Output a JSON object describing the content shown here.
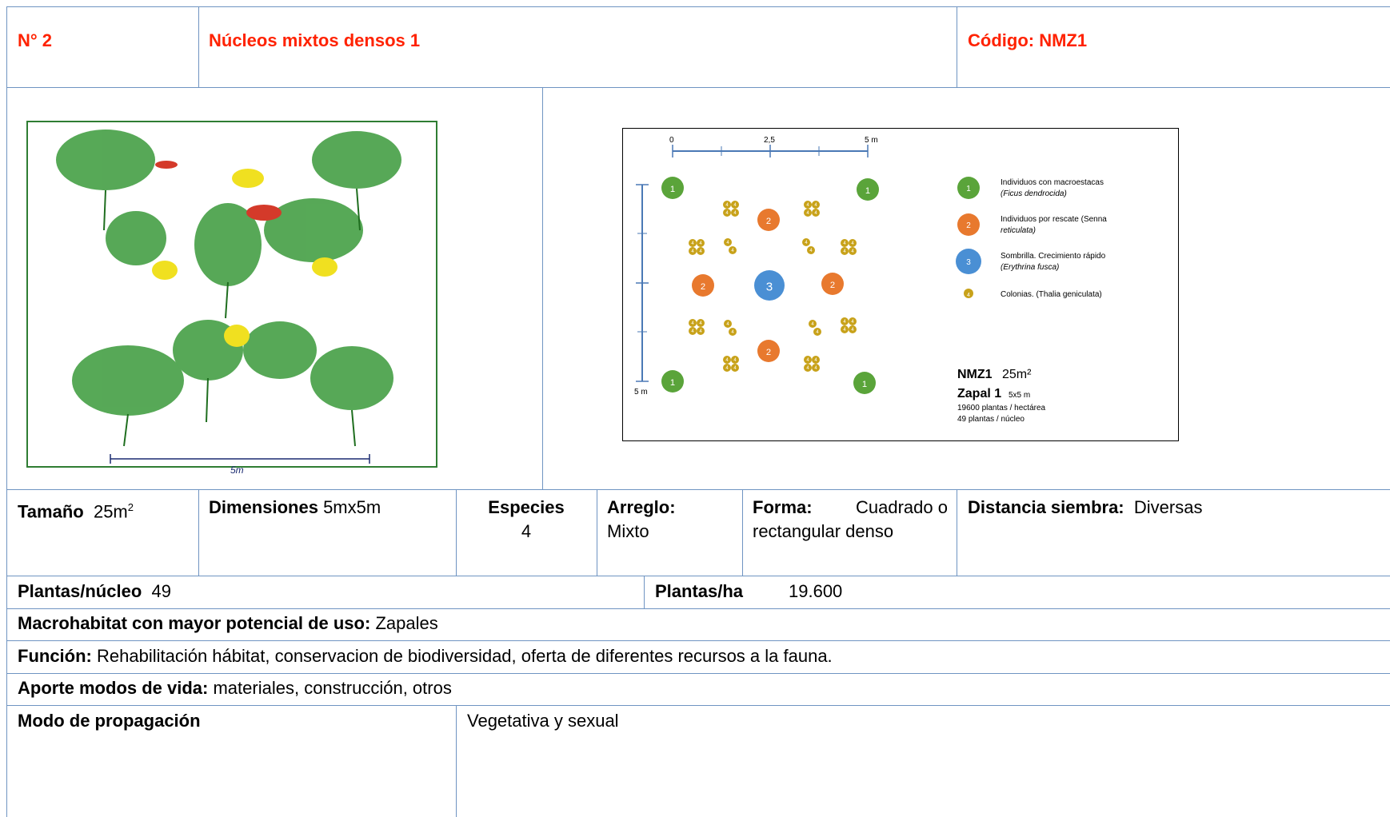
{
  "header": {
    "number": "N° 2",
    "title": "Núcleos mixtos densos 1",
    "code": "Código: NMZ1"
  },
  "sketch": {
    "scale_label": "5m",
    "description_icon": "hand-drawn-vegetation-sketch"
  },
  "diagram": {
    "scale_top": [
      "0",
      "2,5",
      "5 m"
    ],
    "scale_left": "5 m",
    "legend": [
      {
        "marker": "1",
        "color": "#5aa43a",
        "line1": "Individuos con macroestacas",
        "line2": "(Ficus dendrocida)"
      },
      {
        "marker": "2",
        "color": "#e8792e",
        "line1": "Individuos por rescate (Senna",
        "line2": "reticulata)"
      },
      {
        "marker": "3",
        "color": "#4a8fd4",
        "line1": "Sombrilla. Crecimiento rápido",
        "line2": "(Erythrina fusca)"
      },
      {
        "marker": "4",
        "color": "#c8a21a",
        "line1": "Colonias. (Thalia geniculata)",
        "line2": ""
      }
    ],
    "code_label": "NMZ1",
    "area_label": "25m²",
    "site_label": "Zapal 1",
    "site_dims": "5x5 m",
    "density_line": "19600 plantas / hectárea",
    "plants_line": "49 plantas / núcleo"
  },
  "specs": {
    "size_label": "Tamaño",
    "size_value": "25m",
    "size_sup": "2",
    "dim_label": "Dimensiones",
    "dim_value": "5mx5m",
    "species_label": "Especies",
    "species_value": "4",
    "arrangement_label": "Arreglo:",
    "arrangement_value": "Mixto",
    "shape_label": "Forma:",
    "shape_value_1": "Cuadrado o",
    "shape_value_2": "rectangular denso",
    "distance_label": "Distancia siembra:",
    "distance_value": "Diversas"
  },
  "plants": {
    "per_nucleus_label": "Plantas/núcleo",
    "per_nucleus_value": "49",
    "per_ha_label": "Plantas/ha",
    "per_ha_value": "19.600"
  },
  "macrohabitat": {
    "label": "Macrohabitat con mayor potencial de uso:",
    "value": "Zapales"
  },
  "function": {
    "label": "Función:",
    "value": "Rehabilitación hábitat, conservacion de biodiversidad, oferta de diferentes recursos a la fauna."
  },
  "livelihood": {
    "label": "Aporte modos de vida:",
    "value": "materiales, construcción, otros"
  },
  "propagation": {
    "label": "Modo de propagación",
    "value": "Vegetativa y sexual"
  }
}
